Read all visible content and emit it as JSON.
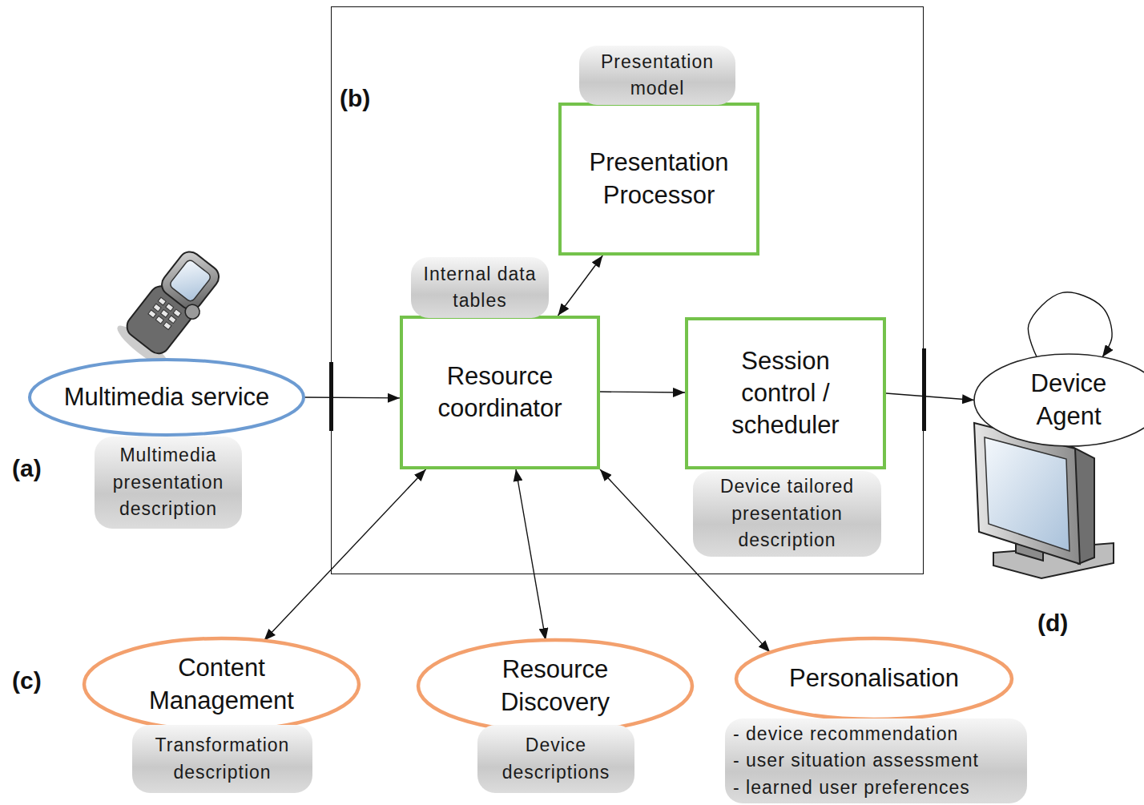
{
  "diagram": {
    "nodes": [
      {
        "text": [
          "(b)"
        ]
      },
      {
        "text": [
          "Presentation model",
          "Presentation Processor"
        ],
        "in": 0
      },
      {
        "text": [
          "Internal data tables",
          "Resource coordinator"
        ],
        "in": 0
      },
      {
        "text": [
          "Session control / scheduler",
          "Device tailored presentation description"
        ],
        "in": 0
      },
      {
        "text": [
          "Multimedia service",
          "Multimedia presentation description"
        ]
      },
      {
        "text": [
          "Device Agent"
        ]
      },
      {
        "text": [
          "Content Management",
          "Transformation description"
        ]
      },
      {
        "text": [
          "Resource Discovery",
          "Device descriptions"
        ]
      },
      {
        "text": [
          "Personalisation",
          "- device recommendation",
          "- user situation assessment",
          "- learned user preferences"
        ]
      }
    ],
    "edges": [
      {
        "from": 4,
        "to": 2,
        "arrow": "to"
      },
      {
        "from": 2,
        "to": 3,
        "arrow": "to"
      },
      {
        "from": 3,
        "to": 5,
        "arrow": "to"
      },
      {
        "from": 1,
        "to": 2,
        "arrow": "both"
      },
      {
        "from": 2,
        "to": 6,
        "arrow": "both"
      },
      {
        "from": 2,
        "to": 7,
        "arrow": "both"
      },
      {
        "from": 2,
        "to": 8,
        "arrow": "both"
      },
      {
        "from": 5,
        "to": 5,
        "arrow": "to"
      }
    ],
    "labels": [
      "(a)",
      "(c)",
      "(d)"
    ]
  }
}
